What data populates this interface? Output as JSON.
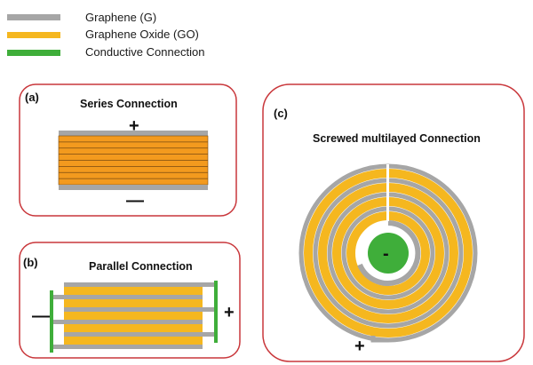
{
  "legend": {
    "items": [
      {
        "label": "Graphene (G)",
        "color": "#a6a6a6"
      },
      {
        "label": "Graphene  Oxide (GO)",
        "color": "#f5b71f"
      },
      {
        "label": "Conductive Connection",
        "color": "#3fae3a"
      }
    ]
  },
  "panels": {
    "a": {
      "tag": "(a)",
      "title": "Series Connection",
      "plus": "+",
      "minus": "—"
    },
    "b": {
      "tag": "(b)",
      "title": "Parallel Connection",
      "plus": "+",
      "minus": "—"
    },
    "c": {
      "tag": "(c)",
      "title": "Screwed multilayed Connection",
      "plus": "+",
      "minus": "-"
    }
  },
  "colors": {
    "graphene": "#a6a6a6",
    "graphene_oxide": "#f5b71f",
    "connection": "#3fae3a",
    "panel_border": "#c9373b",
    "orange_stack": "#f39a1e"
  }
}
